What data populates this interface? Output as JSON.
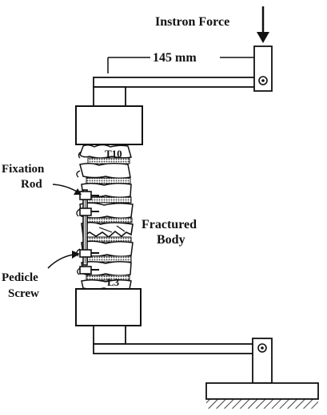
{
  "labels": {
    "force": "Instron Force",
    "distance": "145 mm",
    "top_vertebra": "T10",
    "bottom_vertebra": "L3",
    "rod_line1": "Fixation",
    "rod_line2": "Rod",
    "body_line1": "Fractured",
    "body_line2": "Body",
    "screw_line1": "Pedicle",
    "screw_line2": "Screw"
  }
}
